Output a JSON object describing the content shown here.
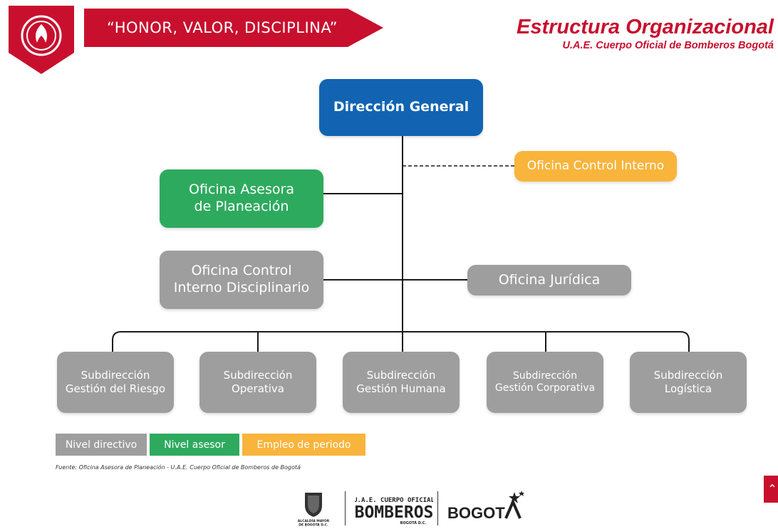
{
  "header": {
    "motto": "“HONOR, VALOR, DISCIPLINA”",
    "title": "Estructura Organizacional",
    "subtitle": "U.A.E. Cuerpo Oficial de Bomberos Bogotá"
  },
  "chart": {
    "direccion": "Dirección General",
    "control_interno": "Oficina Control Interno",
    "asesora": "Oficina Asesora\nde Planeación",
    "disciplinario": "Oficina Control\nInterno Disciplinario",
    "juridica": "Oficina Jurídica",
    "subdirecciones": [
      "Subdirección\nGestión del Riesgo",
      "Subdirección\nOperativa",
      "Subdirección\nGestión Humana",
      "Subdirección\nGestión Corporativa",
      "Subdirección\nLogística"
    ]
  },
  "legend": {
    "directivo": "Nivel directivo",
    "asesor": "Nivel asesor",
    "periodo": "Empleo de periodo"
  },
  "source": "Fuente: Oficina Asesora de Planeación - U.A.E. Cuerpo Oficial de Bomberos de Bogotá",
  "footer": {
    "alcaldia": "ALCALDÍA MAYOR\nDE BOGOTÁ D.C.",
    "bomberos_top": "U.A.E. CUERPO OFICIAL",
    "bomberos_main": "BOMBEROS",
    "bomberos_bottom": "BOGOTÁ D.C.",
    "bogota": "BOGOTÁ"
  },
  "colors": {
    "brand_red": "#c8102e",
    "directivo": "#9e9e9e",
    "director": "#1264b2",
    "asesor": "#2eaa5e",
    "periodo": "#f9b43c"
  }
}
